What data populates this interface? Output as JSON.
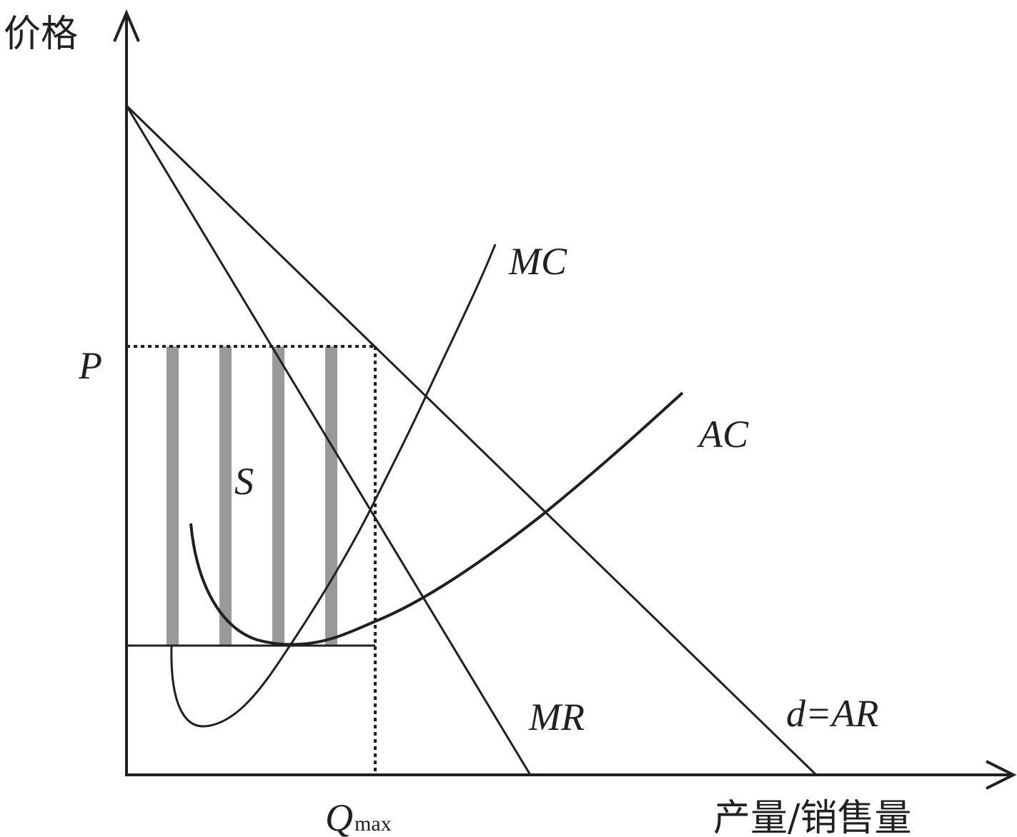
{
  "axes": {
    "y_label": "价格",
    "x_label": "产量/销售量"
  },
  "labels": {
    "price": "P",
    "area": "S",
    "q_main": "Q",
    "q_sub": "max",
    "mc": "MC",
    "ac": "AC",
    "mr": "MR",
    "demand": "d=AR"
  },
  "colors": {
    "line": "#231f20",
    "shade_bars": "#999999"
  }
}
